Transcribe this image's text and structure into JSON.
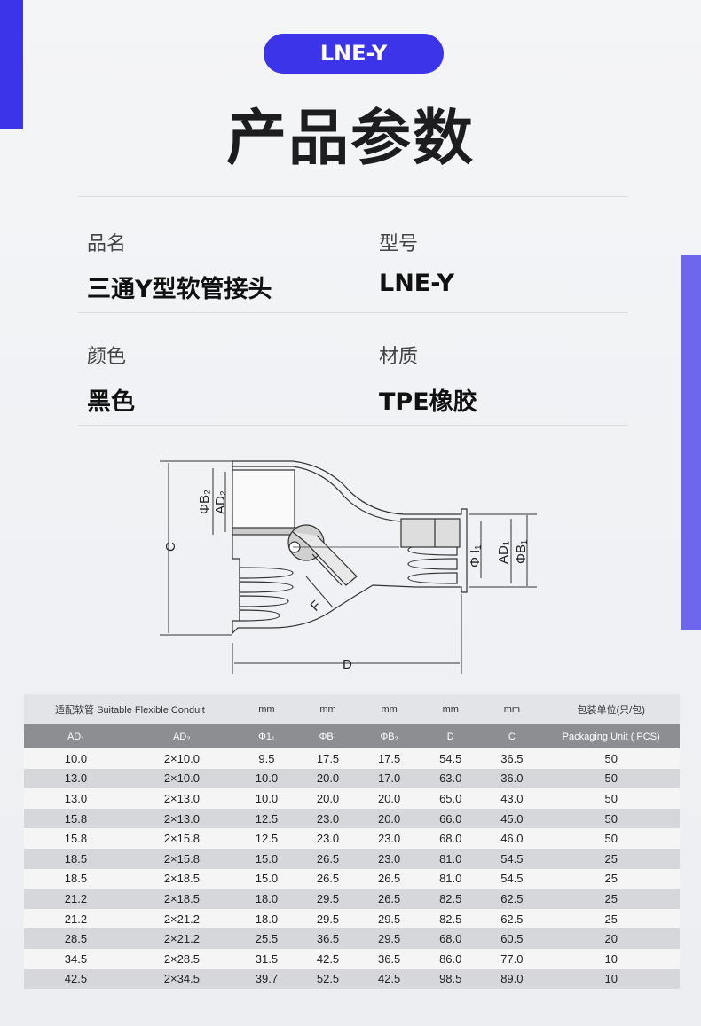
{
  "badge": "LNE-Y",
  "title": "产品参数",
  "fields": [
    {
      "label": "品名",
      "value": "三通Y型软管接头"
    },
    {
      "label": "型号",
      "value": "LNE-Y"
    },
    {
      "label": "颜色",
      "value": "黑色"
    },
    {
      "label": "材质",
      "value": "TPE橡胶"
    }
  ],
  "diagram": {
    "labels": {
      "c": "C",
      "d": "D",
      "f": "F",
      "phi_b2": "ΦB₂",
      "ad2": "AD₂",
      "phi_i1": "Φ I₁",
      "ad1": "AD₁",
      "phi_b1": "ΦB₁"
    }
  },
  "table": {
    "head1": [
      "适配软管 Suitable Flexible Conduit",
      "mm",
      "mm",
      "mm",
      "mm",
      "mm",
      "包装单位(只/包)"
    ],
    "head2": [
      "AD₁",
      "AD₂",
      "Φ1₁",
      "ΦB₁",
      "ΦB₂",
      "D",
      "C",
      "Packaging Unit ( PCS)"
    ],
    "rows": [
      [
        "10.0",
        "2×10.0",
        "9.5",
        "17.5",
        "17.5",
        "54.5",
        "36.5",
        "50"
      ],
      [
        "13.0",
        "2×10.0",
        "10.0",
        "20.0",
        "17.0",
        "63.0",
        "36.0",
        "50"
      ],
      [
        "13.0",
        "2×13.0",
        "10.0",
        "20.0",
        "20.0",
        "65.0",
        "43.0",
        "50"
      ],
      [
        "15.8",
        "2×13.0",
        "12.5",
        "23.0",
        "20.0",
        "66.0",
        "45.0",
        "50"
      ],
      [
        "15.8",
        "2×15.8",
        "12.5",
        "23.0",
        "23.0",
        "68.0",
        "46.0",
        "50"
      ],
      [
        "18.5",
        "2×15.8",
        "15.0",
        "26.5",
        "23.0",
        "81.0",
        "54.5",
        "25"
      ],
      [
        "18.5",
        "2×18.5",
        "15.0",
        "26.5",
        "26.5",
        "81.0",
        "54.5",
        "25"
      ],
      [
        "21.2",
        "2×18.5",
        "18.0",
        "29.5",
        "26.5",
        "82.5",
        "62.5",
        "25"
      ],
      [
        "21.2",
        "2×21.2",
        "18.0",
        "29.5",
        "29.5",
        "82.5",
        "62.5",
        "25"
      ],
      [
        "28.5",
        "2×21.2",
        "25.5",
        "36.5",
        "29.5",
        "68.0",
        "60.5",
        "20"
      ],
      [
        "34.5",
        "2×28.5",
        "31.5",
        "42.5",
        "36.5",
        "86.0",
        "77.0",
        "10"
      ],
      [
        "42.5",
        "2×34.5",
        "39.7",
        "52.5",
        "42.5",
        "98.5",
        "89.0",
        "10"
      ]
    ]
  },
  "colors": {
    "accent": "#3b34e8",
    "accent_light": "#6d67ee"
  }
}
